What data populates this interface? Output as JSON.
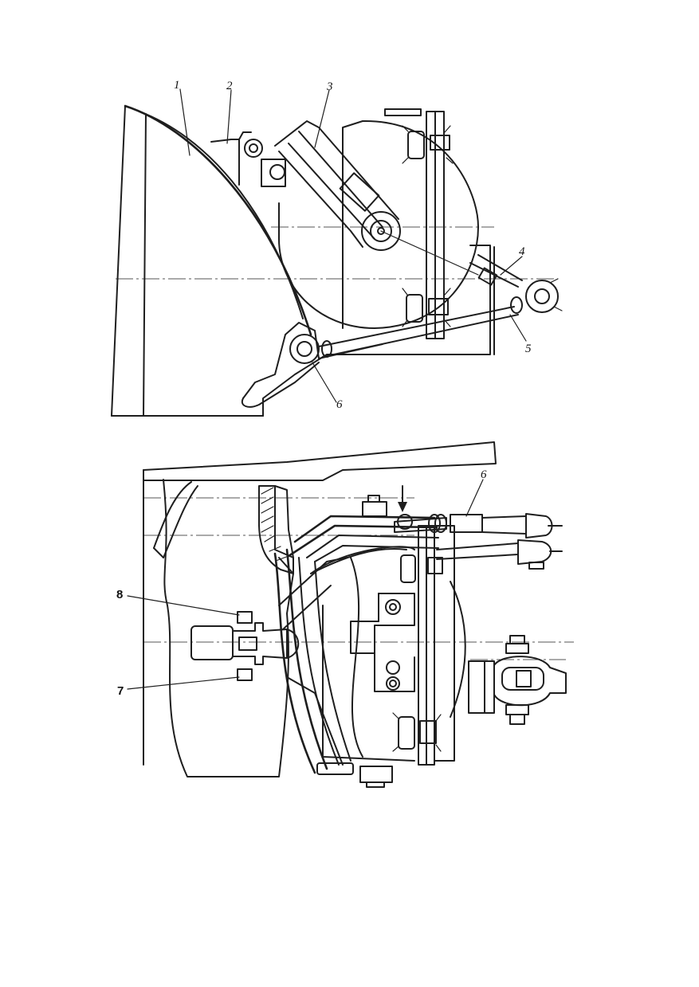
{
  "figure": {
    "labels": {
      "l1": "1",
      "l2": "2",
      "l3": "3",
      "l4": "4",
      "l5": "5",
      "l6_top": "6",
      "l6_bottom": "6",
      "l7": "7",
      "l8": "8"
    }
  }
}
